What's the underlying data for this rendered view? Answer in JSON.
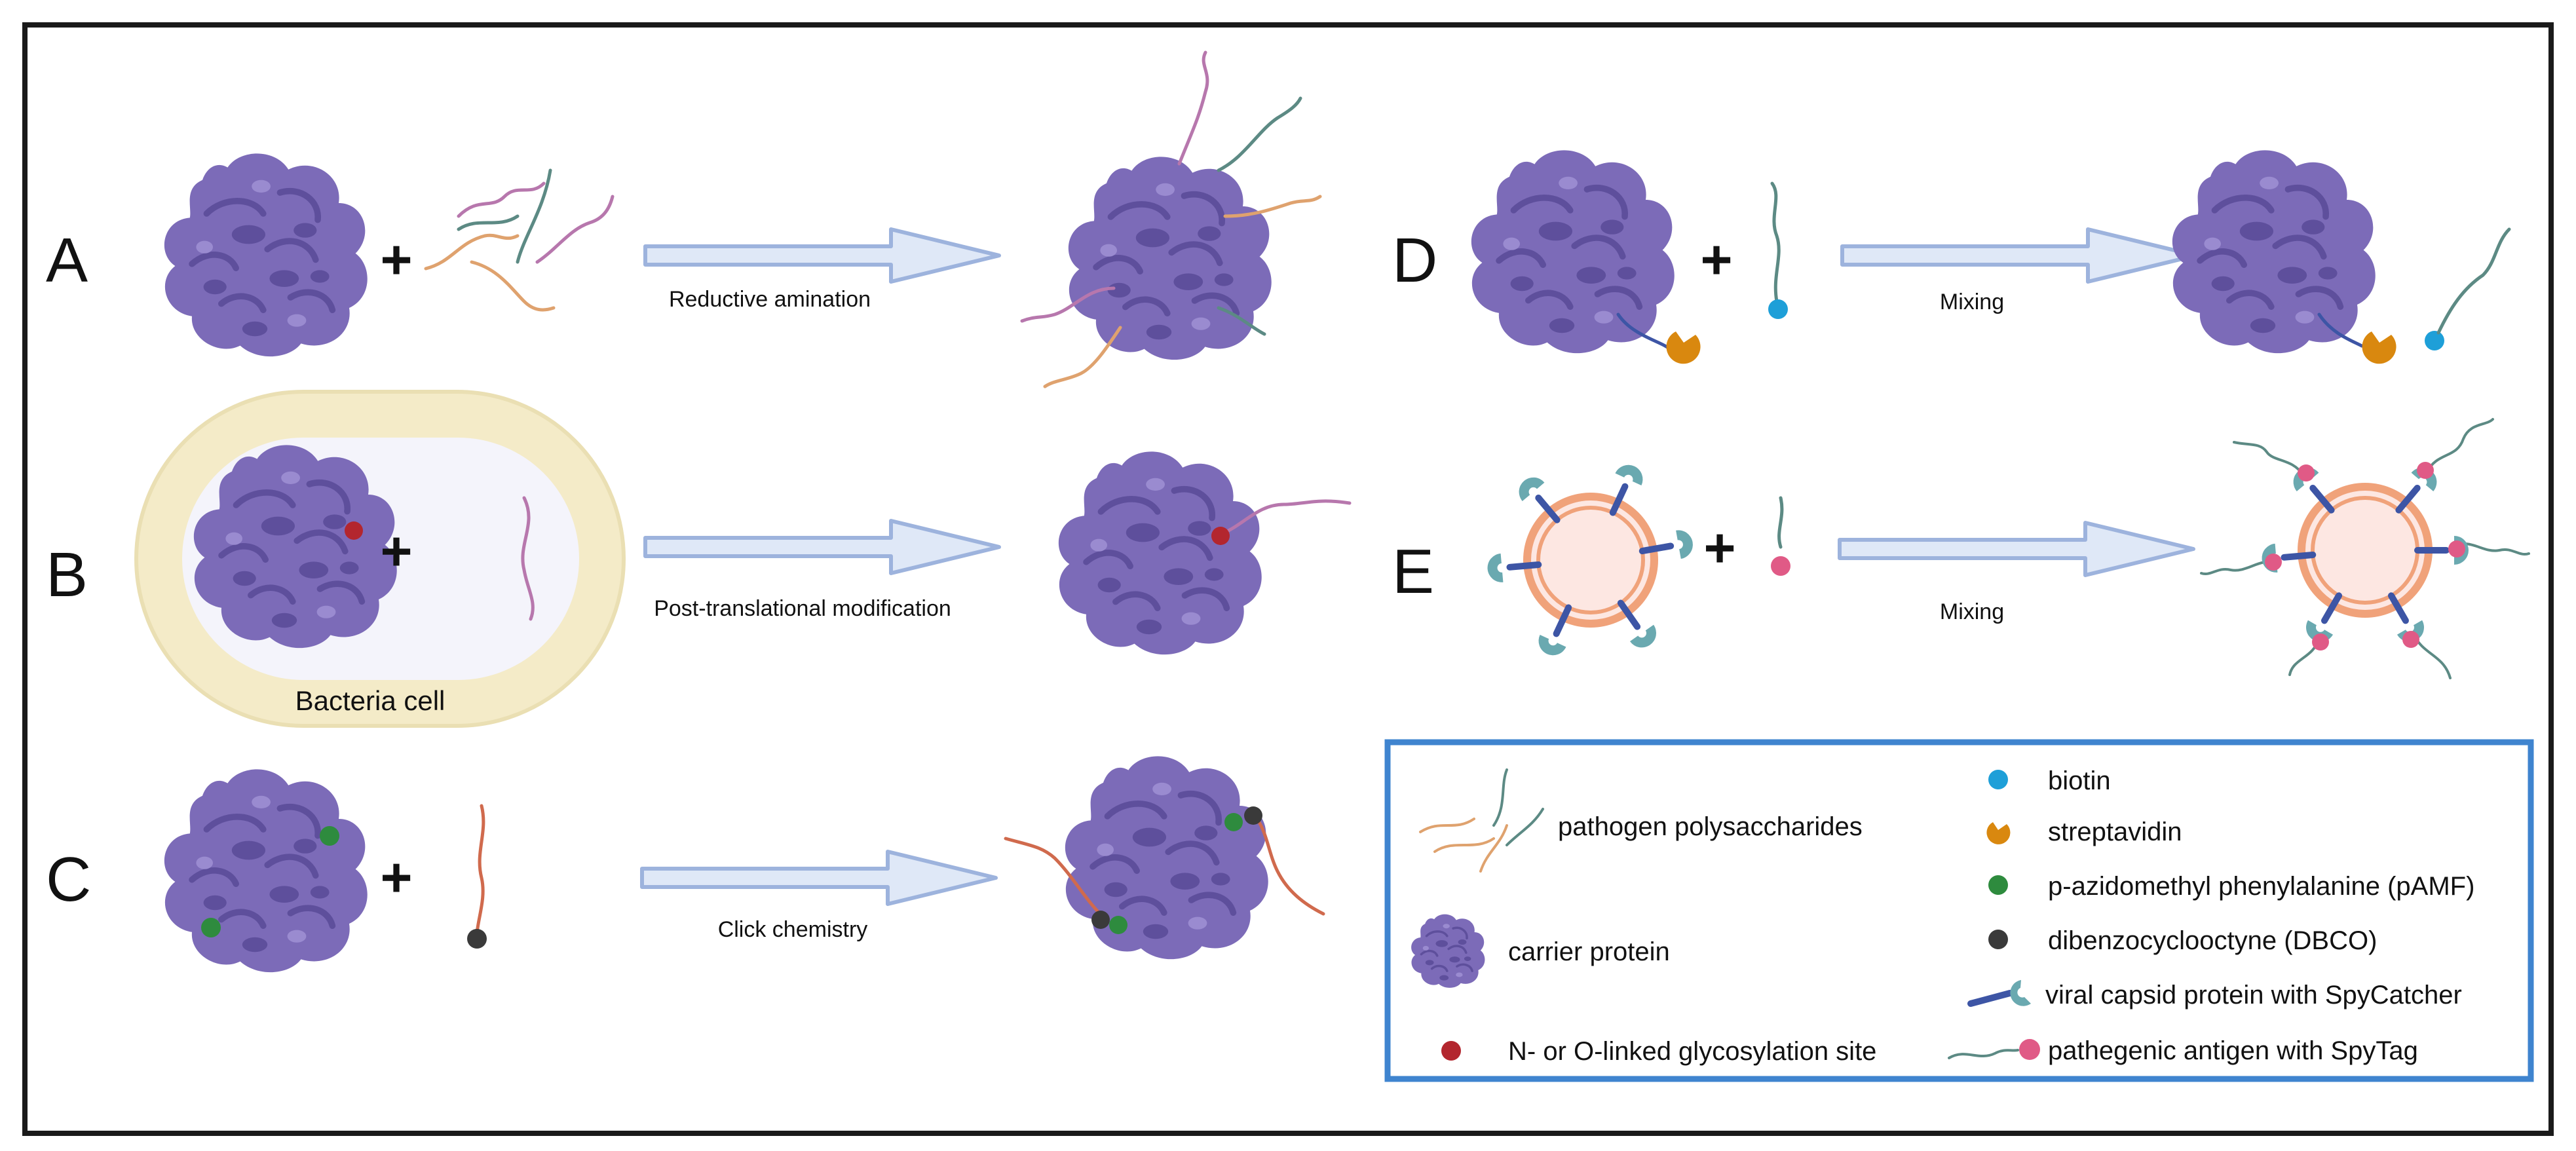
{
  "panels": {
    "a": {
      "letter": "A",
      "method": "Reductive amination"
    },
    "b": {
      "letter": "B",
      "method": "Post-translational modification",
      "cell_label": "Bacteria cell"
    },
    "c": {
      "letter": "C",
      "method": "Click chemistry"
    },
    "d": {
      "letter": "D",
      "method": "Mixing"
    },
    "e": {
      "letter": "E",
      "method": "Mixing"
    }
  },
  "plus_sign": "+",
  "legend": {
    "polysaccharides": "pathogen polysaccharides",
    "carrier_protein": "carrier protein",
    "glycosylation_site": "N- or O-linked glycosylation site",
    "biotin": "biotin",
    "streptavidin": "streptavidin",
    "pamf": "p-azidomethyl phenylalanine (pAMF)",
    "dbco": "dibenzocyclooctyne (DBCO)",
    "spycatcher": "viral capsid protein with SpyCatcher",
    "spytag": "pathegenic antigen with SpyTag"
  },
  "colors": {
    "protein": "#7c6bb8",
    "protein_dark": "#5e4f9c",
    "arrow_fill": "#dfe8f7",
    "arrow_stroke": "#9db3dd",
    "glycosylation": "#b3262e",
    "pamf": "#2e8b3e",
    "dbco": "#3a3a3a",
    "biotin": "#1e9fd8",
    "streptavidin": "#d9880f",
    "spytag": "#e05a86",
    "spycatcher": "#6aa9b0",
    "capsid_link": "#3d55a5",
    "virus_ring": "#f0a27a",
    "virus_fill": "#fde7e2",
    "cell_outer": "#f4ebc8",
    "cell_inner": "#f4f4fb",
    "legend_border": "#3f84cf",
    "chain_purple": "#b777ad",
    "chain_green": "#5c8a84",
    "chain_orange": "#dfa26e",
    "chain_red": "#d06a4d"
  },
  "icons": {
    "protein": "carrier-protein-icon",
    "reaction_arrow": "reaction-arrow-icon",
    "polysaccharide": "polysaccharide-chain-icon",
    "virus": "virus-particle-icon",
    "cell": "bacteria-cell-icon"
  }
}
